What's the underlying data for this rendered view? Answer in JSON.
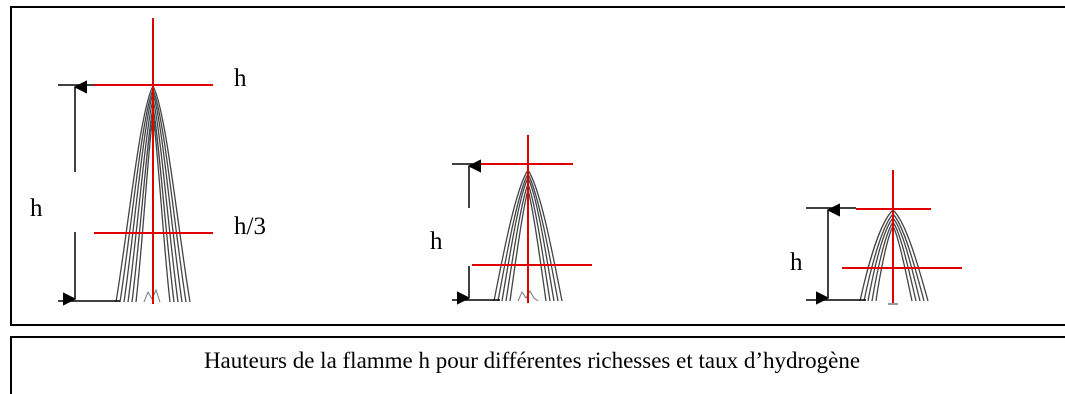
{
  "diagram": {
    "flames": [
      {
        "top_label": "h",
        "third_label": "h/3",
        "height_label": "h"
      },
      {
        "height_label": "h"
      },
      {
        "height_label": "h"
      }
    ],
    "colors": {
      "guide": "#e00000",
      "dimension": "#000000",
      "contour": "#444444"
    }
  },
  "caption": "Hauteurs de la flamme h  pour différentes richesses et taux d’hydrogène"
}
